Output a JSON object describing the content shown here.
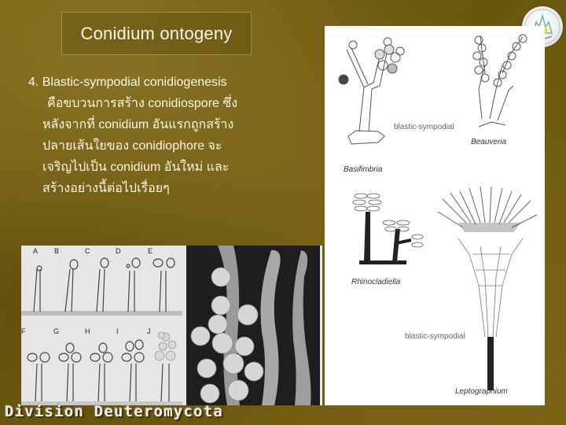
{
  "slide": {
    "title": "Conidium ontogeny",
    "footer": "Division Deuteromycota",
    "logo": "institution-emblem"
  },
  "body": {
    "heading": "4. Blastic-sympodial conidiogenesis",
    "lines": [
      "คือขบวนการสร้าง conidiospore ซึ่ง",
      "หลังจากที่ conidium อันแรกถูกสร้าง",
      "ปลายเส้นใยของ  conidiophore   จะ",
      "เจริญไปเป็น  conidium  อันใหม่ และ",
      "สร้างอย่างนี้ต่อไปเรื่อยๆ"
    ]
  },
  "diagram": {
    "genera": [
      "Basifimbria",
      "Beauveria",
      "Rhinocladiella",
      "Leptographium"
    ],
    "captions": [
      "blastic-sympodial",
      "blastic-sympodial"
    ]
  },
  "light_micrograph": {
    "panel_letters_top": [
      "A",
      "B",
      "C",
      "D",
      "E"
    ],
    "panel_letters_bottom": [
      "F",
      "G",
      "H",
      "I",
      "J"
    ]
  },
  "sem_micrograph": {
    "description": "scanning electron micrograph of sympodial conidiophores"
  }
}
